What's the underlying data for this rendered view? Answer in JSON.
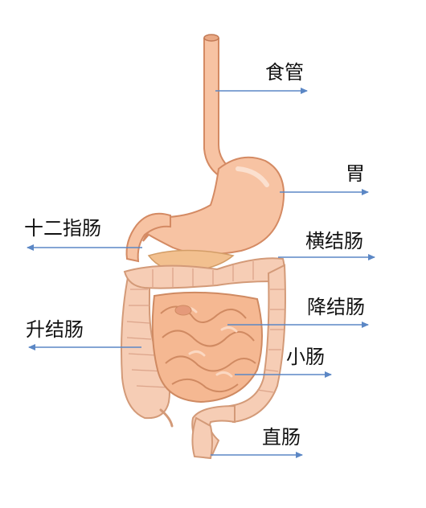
{
  "diagram": {
    "labels": {
      "esophagus": "食管",
      "stomach": "胃",
      "duodenum": "十二指肠",
      "transverse_colon": "横结肠",
      "descending_colon": "降结肠",
      "ascending_colon": "升结肠",
      "small_intestine": "小肠",
      "rectum": "直肠"
    },
    "colors": {
      "organ_fill": "#f7c3a3",
      "organ_outline": "#d48a63",
      "colon_fill": "#f6cdb5",
      "arrow": "#5b87c5"
    }
  }
}
